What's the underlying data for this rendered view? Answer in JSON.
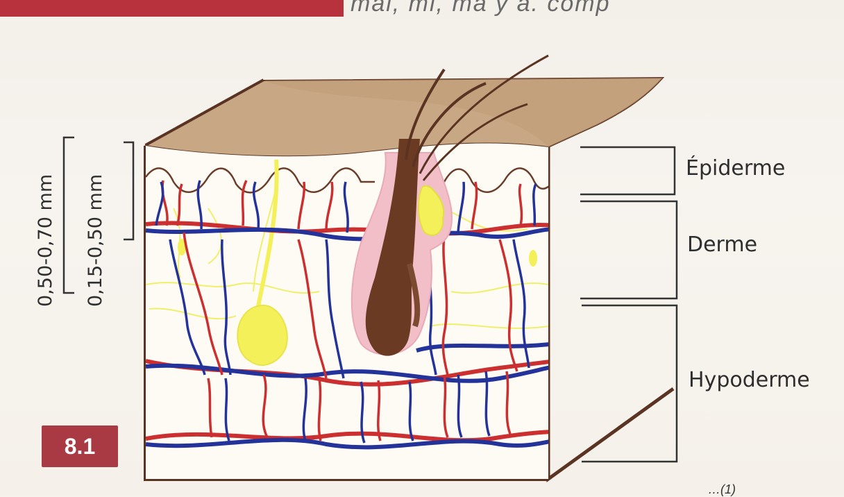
{
  "header": {
    "cropped_text": "mai, mi, ma y a. comp"
  },
  "labels": {
    "epidermis": "Épiderme",
    "dermis": "Derme",
    "hypodermis": "Hypoderme",
    "thickness_outer": "0,50-0,70 mm",
    "thickness_inner": "0,15-0,50 mm"
  },
  "figure_number": "8.1",
  "footer": {
    "cropped_text": "…(1)"
  },
  "colors": {
    "accent": "#a93a44",
    "skin_surface": "#c8a784",
    "artery": "#cc2f2f",
    "vein": "#23339a",
    "nerve_gland": "#f4f05a",
    "hair": "#5a3322",
    "follicle_sheath": "#f2bfc9"
  }
}
